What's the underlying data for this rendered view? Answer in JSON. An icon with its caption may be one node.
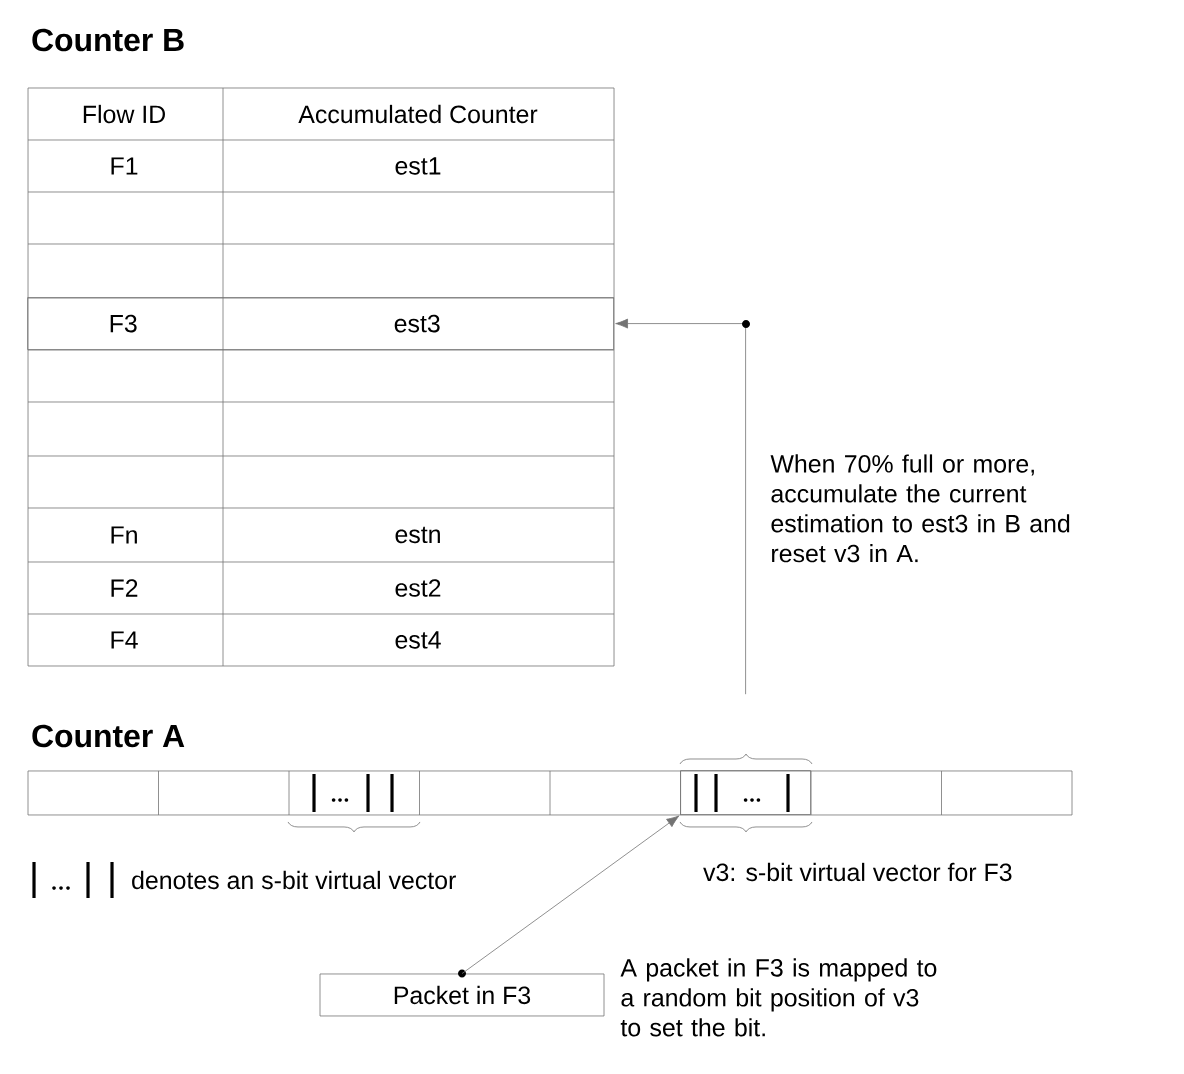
{
  "diagram": {
    "nodes": [
      {
        "text": [
          "Counter B"
        ]
      },
      {
        "text": [
          "F3",
          "est3"
        ],
        "in": 0
      },
      {
        "text": [
          "Counter A"
        ]
      },
      {
        "text": [],
        "shape": "box",
        "in": 2,
        "beside": [
          "v3: s-bit virtual vector for F3"
        ]
      },
      {
        "text": [
          "Packet in F3"
        ],
        "beside": [
          "A packet in F3 is mapped to a random bit position of v3 to set the bit."
        ]
      }
    ],
    "edges": [
      {
        "from": 3,
        "to": 1,
        "arrow": "to",
        "label": "When 70% full or more, accumulate the current estimation to est3 in B and reset v3 in A."
      },
      {
        "from": 4,
        "to": 3,
        "arrow": "to"
      }
    ],
    "labels": [
      "Flow ID",
      "Accumulated Counter",
      "F1",
      "est1",
      "Fn",
      "estn",
      "F2",
      "est2",
      "F4",
      "est4"
    ],
    "legend": [
      {
        "text": "denotes an s-bit virtual vector"
      }
    ]
  }
}
